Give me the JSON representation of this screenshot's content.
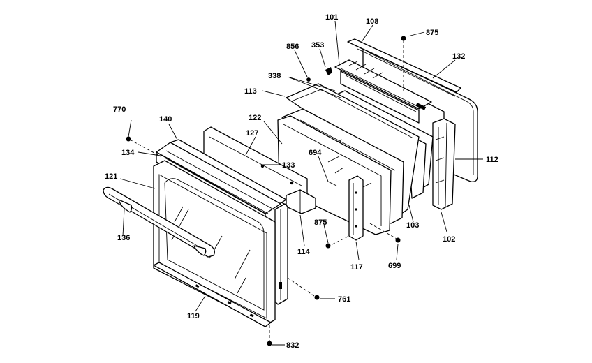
{
  "callouts": {
    "c101": "101",
    "c108": "108",
    "c875_top": "875",
    "c856": "856",
    "c353": "353",
    "c132": "132",
    "c338": "338",
    "c113": "113",
    "c770": "770",
    "c140": "140",
    "c122": "122",
    "c127": "127",
    "c134": "134",
    "c694": "694",
    "c133": "133",
    "c112": "112",
    "c121": "121",
    "c136": "136",
    "c875_mid": "875",
    "c114": "114",
    "c103": "103",
    "c102": "102",
    "c117": "117",
    "c699": "699",
    "c761": "761",
    "c119": "119",
    "c832": "832"
  }
}
